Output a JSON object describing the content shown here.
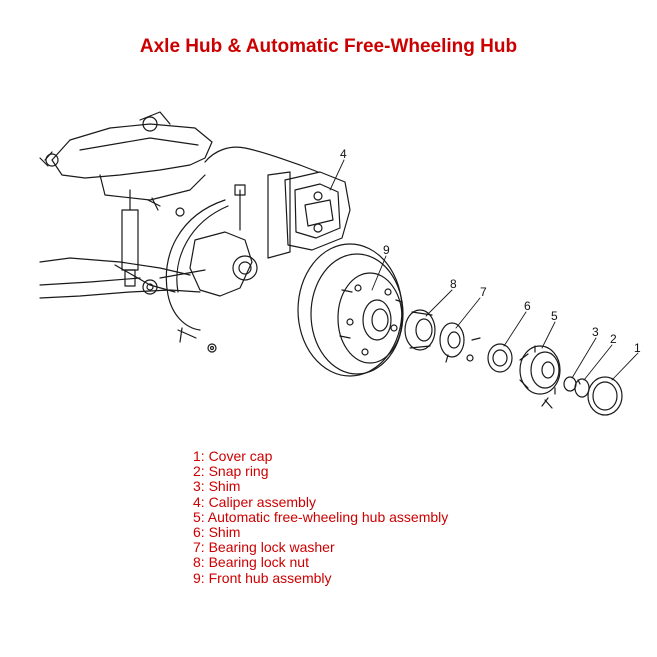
{
  "title": "Axle Hub & Automatic Free-Wheeling Hub",
  "colors": {
    "title": "#cc0000",
    "legend": "#cc0000",
    "line": "#1a1a1a"
  },
  "callouts": [
    "1",
    "2",
    "3",
    "4",
    "5",
    "6",
    "7",
    "8",
    "9"
  ],
  "legend": [
    "1: Cover cap",
    "2: Snap ring",
    "3: Shim",
    "4: Caliper assembly",
    "5: Automatic free-wheeling hub assembly",
    "6: Shim",
    "7: Bearing lock washer",
    "8: Bearing lock nut",
    "9: Front hub assembly"
  ]
}
